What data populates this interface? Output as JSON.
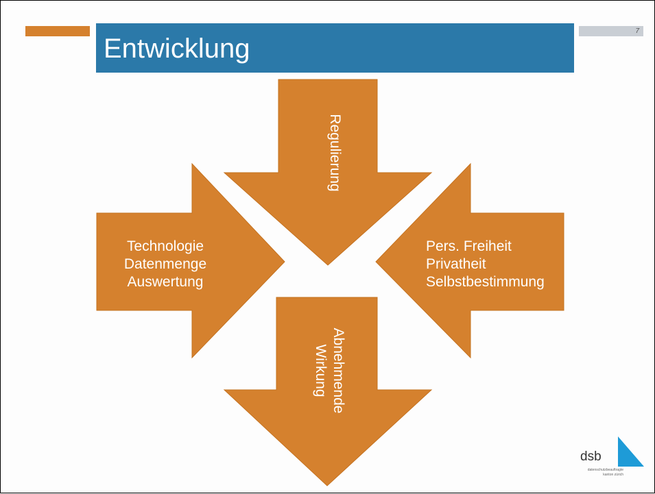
{
  "slide": {
    "title": "Entwicklung",
    "page_number": "7"
  },
  "arrows": {
    "top": {
      "label": "Regulierung"
    },
    "left": {
      "lines": [
        "Technologie",
        "Datenmenge",
        "Auswertung"
      ]
    },
    "right": {
      "lines": [
        "Pers. Freiheit",
        "Privatheit",
        "Selbstbestimmung"
      ]
    },
    "bottom": {
      "lines": [
        "Abnehmende",
        "Wirkung"
      ]
    }
  },
  "logo": {
    "name": "dsb",
    "subtitle_line1": "datenschutzbeauftragte",
    "subtitle_line2": "kanton zürich"
  },
  "colors": {
    "arrow_fill": "#d5812e",
    "title_band": "#2b79a9",
    "accent": "#d5812e",
    "logo_triangle": "#1e9bd7"
  }
}
